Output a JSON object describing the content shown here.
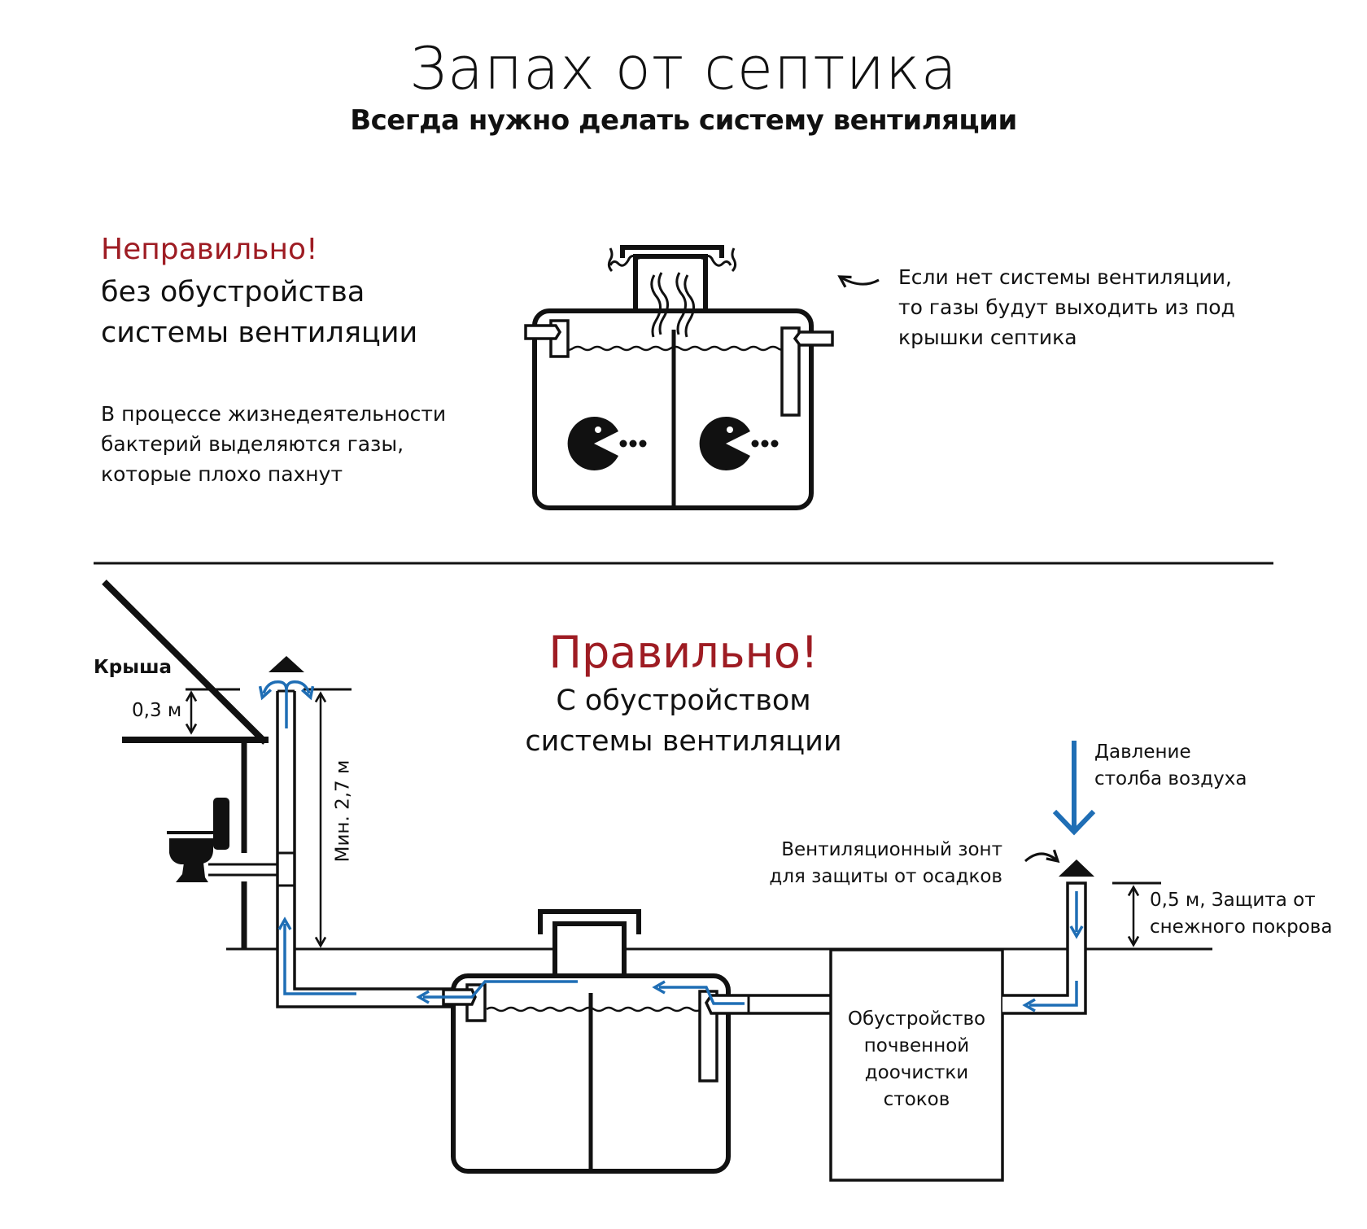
{
  "header": {
    "title": "Запах от септика",
    "subtitle": "Всегда нужно делать систему вентиляции"
  },
  "wrong": {
    "heading": "Неправильно!",
    "subheading_lines": [
      "без обустройства",
      "системы вентиляции"
    ],
    "description_lines": [
      "В процессе жизнедеятельности",
      "бактерий выделяются газы,",
      "которые плохо пахнут"
    ],
    "gas_note_lines": [
      "Если нет системы вентиляции,",
      "то газы будут выходить из под",
      "крышки септика"
    ]
  },
  "right": {
    "heading": "Правильно!",
    "subheading_lines": [
      "С обустройством",
      "системы вентиляции"
    ],
    "roof_label": "Крыша",
    "roof_offset_label": "0,3 м",
    "pipe_height_label": "Мин. 2,7 м",
    "air_pressure_lines": [
      "Давление",
      "столба воздуха"
    ],
    "vent_cap_lines": [
      "Вентиляционный зонт",
      "для защиты от осадков"
    ],
    "snow_protection_lines": [
      "0,5 м, Защита от",
      "снежного покрова"
    ],
    "treatment_box_lines": [
      "Обустройство",
      "почвенной",
      "доочистки",
      "стоков"
    ]
  },
  "colors": {
    "accent_red": "#9e1c23",
    "flow_blue": "#1f6eb5",
    "line": "#111111"
  }
}
